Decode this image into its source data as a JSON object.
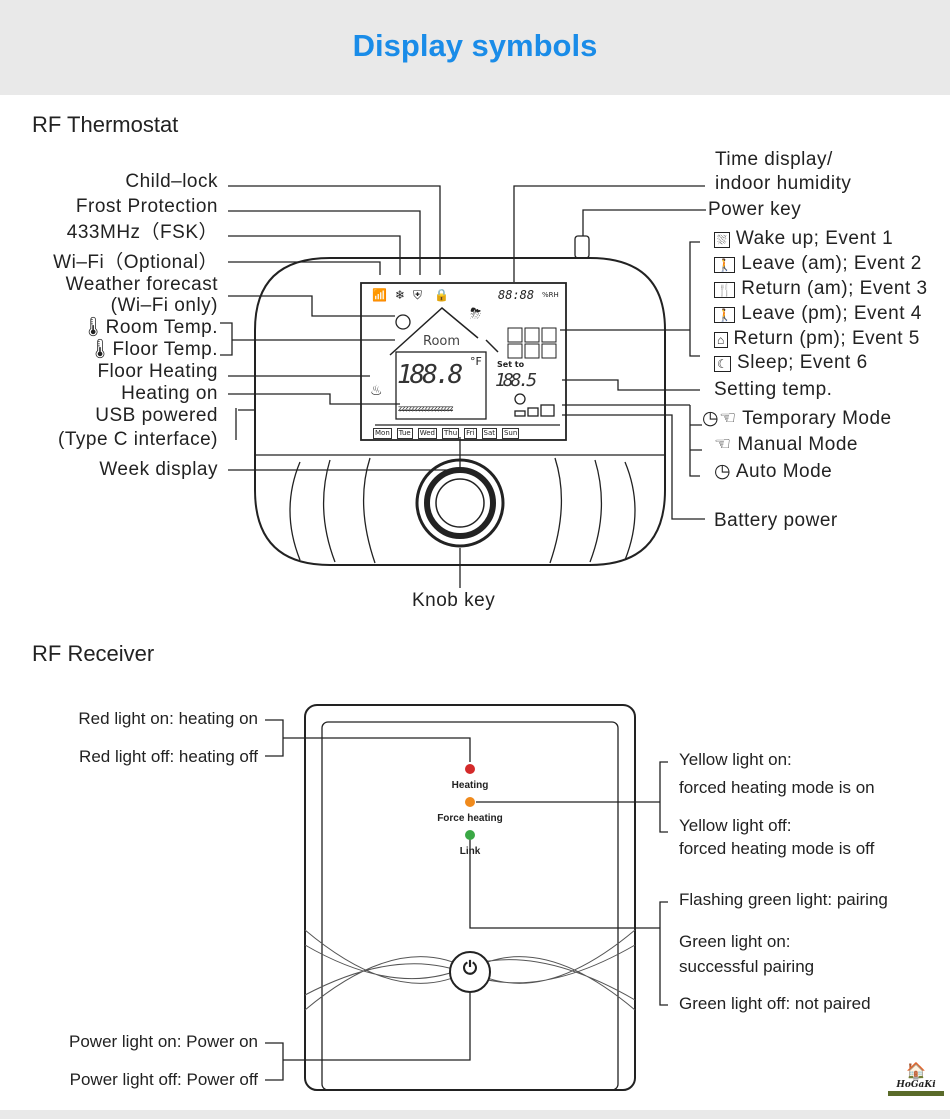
{
  "title": "Display symbols",
  "thermostat": {
    "section": "RF Thermostat",
    "left_labels": [
      "Child–lock",
      "Frost Protection",
      "433MHz（FSK）",
      "Wi–Fi（Optional）",
      "Weather forecast",
      "(Wi–Fi only)",
      "Room Temp.",
      "Floor Temp.",
      "Floor Heating",
      "Heating on",
      "USB  powered",
      "(Type C interface)",
      "Week display"
    ],
    "right_labels": {
      "time1": "Time display/",
      "time2": "indoor humidity",
      "power": "Power key",
      "setting": "Setting temp.",
      "battery": "Battery power",
      "knob": "Knob key"
    },
    "events": [
      "Wake up; Event 1",
      "Leave (am); Event 2",
      "Return (am); Event 3",
      "Leave (pm); Event 4",
      "Return (pm); Event 5",
      "Sleep; Event 6"
    ],
    "modes": [
      "Temporary Mode",
      "Manual Mode",
      "Auto Mode"
    ],
    "lcd": {
      "room": "Room",
      "set_to": "Set to",
      "temp": "188.8",
      "set_temp": "188.5",
      "unit": "°F",
      "clock": "88:88",
      "humidity_unit": "%RH",
      "days": [
        "Mon",
        "Tue",
        "Wed",
        "Thu",
        "Fri",
        "Sat",
        "Sun"
      ]
    }
  },
  "receiver": {
    "section": "RF Receiver",
    "leds": [
      {
        "label": "Heating",
        "color": "#d42a2a"
      },
      {
        "label": "Force heating",
        "color": "#f08a1c"
      },
      {
        "label": "Link",
        "color": "#3aa845"
      }
    ],
    "left_labels": [
      "Red light on: heating on",
      "Red light off: heating off",
      "Power light on: Power on",
      "Power light off: Power off"
    ],
    "right_labels": [
      "Yellow light on:",
      "forced heating mode is on",
      "Yellow light off:",
      "forced heating mode is off",
      "Flashing green light: pairing",
      "Green light on:",
      "successful pairing",
      "Green light off: not paired"
    ]
  },
  "logo": "HoGaKi",
  "colors": {
    "title": "#1a8ce8",
    "header_bg": "#e9e9e9"
  }
}
